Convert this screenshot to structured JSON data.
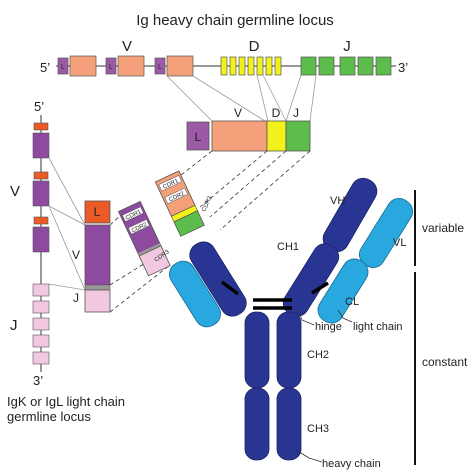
{
  "title": "Ig heavy chain germline locus",
  "heavy_locus": {
    "end_5": "5’",
    "end_3": "3’",
    "v_label": "V",
    "d_label": "D",
    "j_label": "J",
    "leader_label": "L"
  },
  "rearranged_heavy": {
    "leader_label": "L",
    "v_label": "V",
    "d_label": "D",
    "j_label": "J"
  },
  "light_locus": {
    "end_5": "5’",
    "end_3": "3’",
    "v_label": "V",
    "j_label": "J",
    "caption_line1": "IgK or IgL light chain",
    "caption_line2": "germline locus"
  },
  "rearranged_light": {
    "leader_label": "L",
    "v_label": "V",
    "j_label": "J"
  },
  "cdr_labels": {
    "heavy_cdr1": "CDR1",
    "heavy_cdr2": "CDR2",
    "heavy_cdr3": "CDR3",
    "light_cdr1": "CDR1",
    "light_cdr2": "CDR2",
    "light_cdr3": "CDR3"
  },
  "antibody_labels": {
    "vh": "VH",
    "vl": "VL",
    "ch1": "CH1",
    "cl": "CL",
    "ch2": "CH2",
    "ch3": "CH3",
    "hinge": "hinge",
    "light_chain": "light chain",
    "heavy_chain": "heavy chain"
  },
  "region_labels": {
    "variable": "variable",
    "constant": "constant"
  },
  "colors": {
    "leader": "#9b59a6",
    "v_segment": "#f4a07a",
    "d_segment": "#f2f21a",
    "j_segment": "#5cbd4c",
    "light_v": "#8d4a9e",
    "light_j": "#f1c8e0",
    "light_leader": "#ec5a28",
    "heavy_chain": "#283593",
    "light_chain": "#29a8df"
  }
}
